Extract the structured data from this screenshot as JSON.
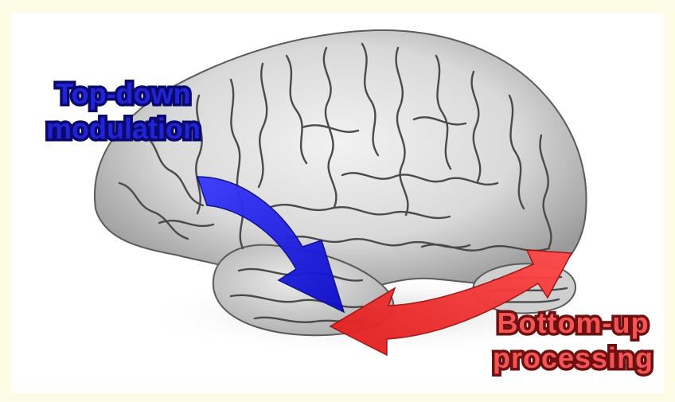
{
  "labels": {
    "top_down": {
      "line1": "Top-down",
      "line2": "modulation"
    },
    "bottom_up": {
      "line1": "Bottom-up",
      "line2": "processing"
    }
  },
  "colors": {
    "background": "#fbfbe6",
    "top_down_arrow": "#1a1ae0",
    "bottom_up_arrow": "#e82a2a",
    "brain": "#d8d8d8"
  },
  "icons": {
    "main": "brain-illustration",
    "arrow_blue": "curved-arrow-down",
    "arrow_red": "curved-double-arrow"
  }
}
